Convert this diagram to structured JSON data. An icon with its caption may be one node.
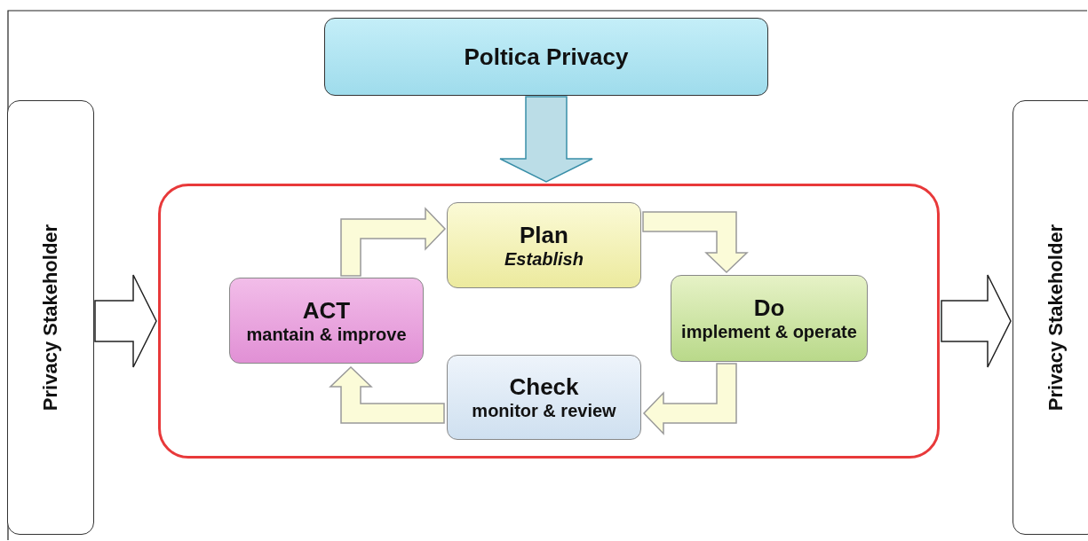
{
  "diagram": {
    "nodes": [
      {
        "text": [
          "Poltica Privacy"
        ]
      },
      {
        "text": [
          "Privacy Stakeholder"
        ]
      },
      {
        "text": [],
        "shape": "box"
      },
      {
        "text": [
          "Plan",
          "Establish"
        ],
        "in": 2
      },
      {
        "text": [
          "Do",
          "implement & operate"
        ],
        "in": 2
      },
      {
        "text": [
          "Check",
          "monitor & review"
        ],
        "in": 2
      },
      {
        "text": [
          "ACT",
          "mantain & improve"
        ],
        "in": 2
      },
      {
        "text": [
          "Privacy Stakeholder"
        ]
      }
    ],
    "edges": [
      {
        "from": 0,
        "to": 2,
        "arrow": "to",
        "style": "thick",
        "color": "#3a8fa8"
      },
      {
        "from": 1,
        "to": 2,
        "arrow": "to",
        "style": "thick",
        "color": "#222222"
      },
      {
        "from": 2,
        "to": 7,
        "arrow": "to",
        "style": "thick",
        "color": "#222222"
      },
      {
        "from": 3,
        "to": 4,
        "arrow": "to"
      },
      {
        "from": 4,
        "to": 5,
        "arrow": "to"
      },
      {
        "from": 5,
        "to": 6,
        "arrow": "to"
      },
      {
        "from": 6,
        "to": 3,
        "arrow": "to"
      }
    ]
  }
}
